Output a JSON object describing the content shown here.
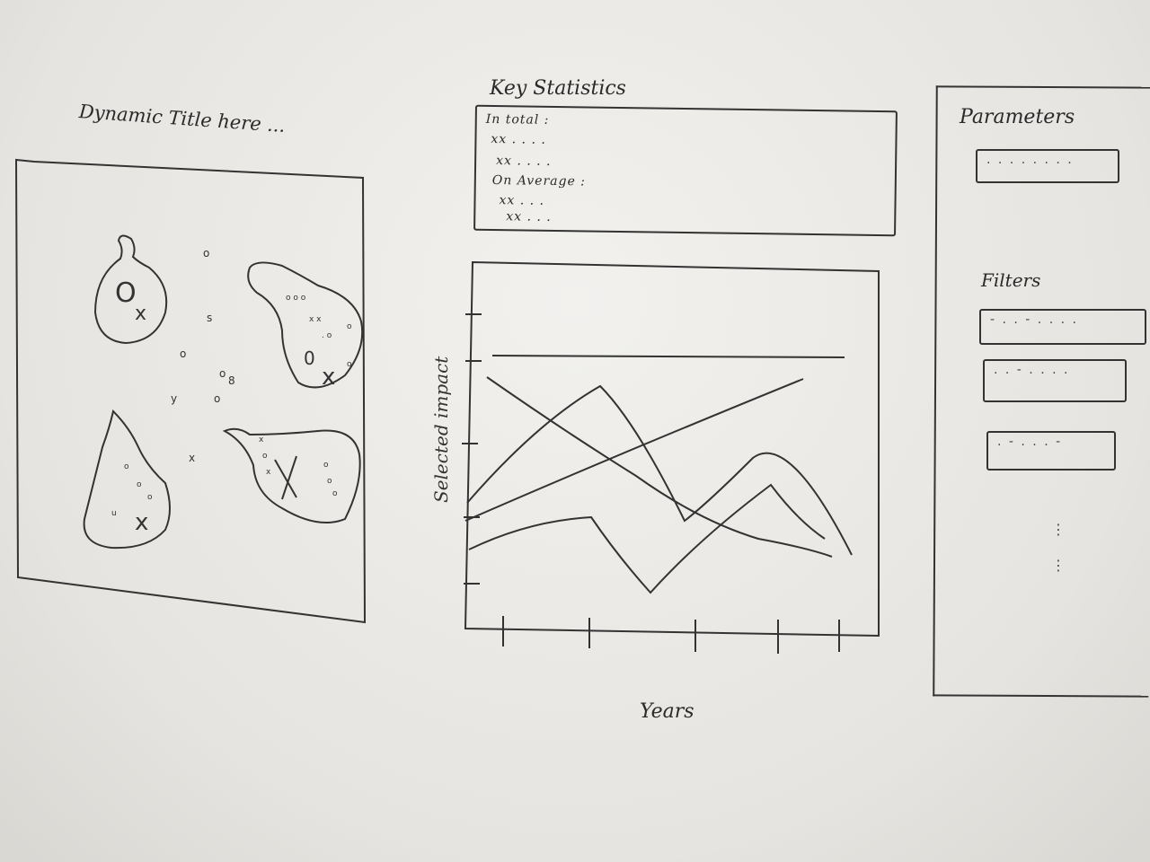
{
  "map": {
    "title": "Dynamic Title here ..."
  },
  "stats": {
    "title": "Key Statistics",
    "lines": [
      "In total :",
      "xx . . . .",
      "xx . . . .",
      "On Average :",
      "xx . . .",
      "xx . . ."
    ]
  },
  "chart": {
    "y_label": "Selected impact",
    "x_label": "Years"
  },
  "sidebar": {
    "parameters_title": "Parameters",
    "parameter_fields": [
      ". . . . . . . ."
    ],
    "filters_title": "Filters",
    "filter_fields": [
      "- . . - . . . .",
      ". . - . . . .",
      ". - . . . -"
    ],
    "more": "⋮"
  },
  "colors": {
    "ink": "#2a2a2a",
    "paper": "#eceae6"
  }
}
